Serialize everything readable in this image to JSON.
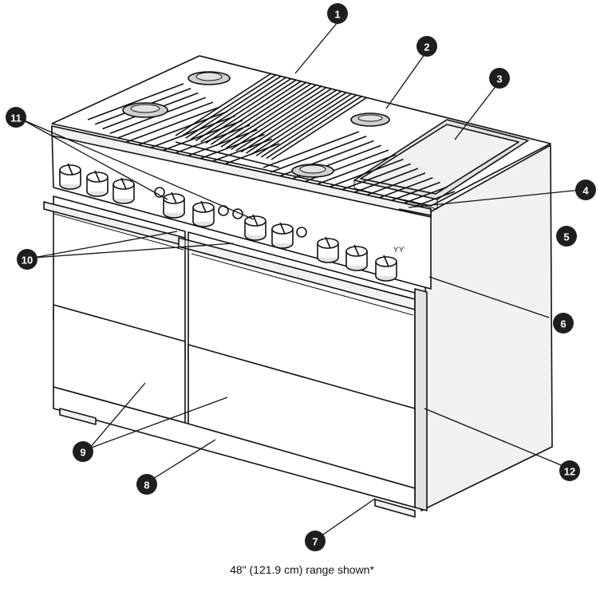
{
  "figure": {
    "caption": "48\" (121.9 cm) range shown*",
    "brand_mark": "ƳƳ",
    "callouts": [
      {
        "label": "1"
      },
      {
        "label": "2"
      },
      {
        "label": "3"
      },
      {
        "label": "4"
      },
      {
        "label": "5"
      },
      {
        "label": "6"
      },
      {
        "label": "7"
      },
      {
        "label": "8"
      },
      {
        "label": "9"
      },
      {
        "label": "10"
      },
      {
        "label": "11"
      },
      {
        "label": "12"
      }
    ]
  }
}
